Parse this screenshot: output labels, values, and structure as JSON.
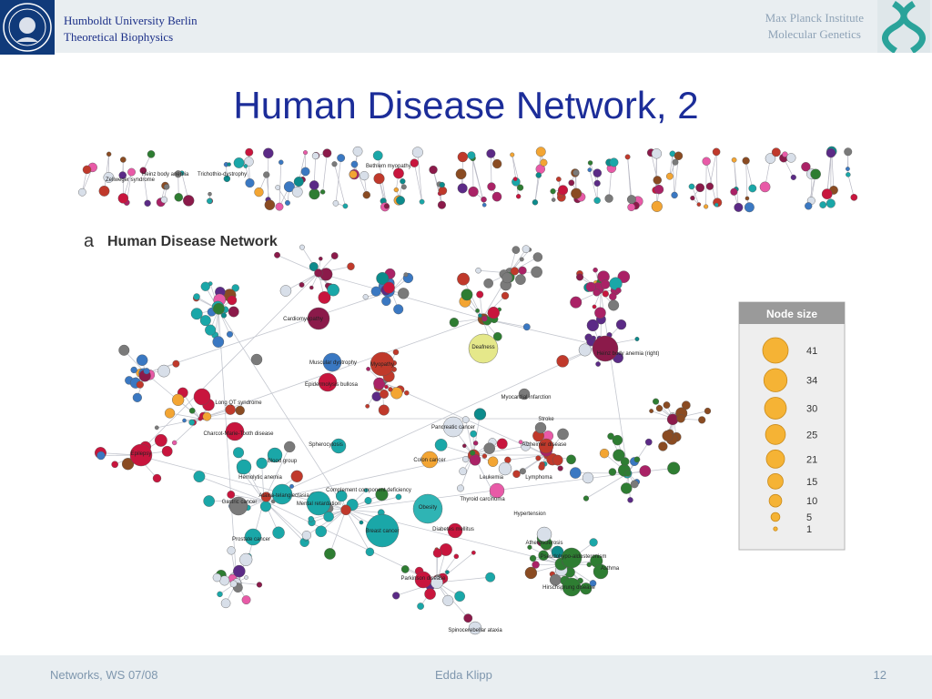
{
  "header": {
    "institution_line1": "Humboldt University Berlin",
    "institution_line2": "Theoretical Biophysics",
    "partner_line1": "Max Planck Institute",
    "partner_line2": "Molecular Genetics"
  },
  "slide": {
    "title": "Human Disease Network, 2"
  },
  "figure": {
    "panel_letter": "a",
    "panel_title": "Human Disease Network",
    "top_strip_labels": [
      "Zellweger syndrome",
      "Heinz body anemia",
      "Trichothio-dystrophy",
      "Bethlem myopathy"
    ],
    "main_labels": [
      "Obesity",
      "Deafness",
      "Myopathy",
      "Cardiomyopathy",
      "Muscular dystrophy",
      "Epidermolysis bullosa",
      "Charcot-Marie-Tooth disease",
      "Long QT syndrome",
      "Epilepsy",
      "Mental retardation",
      "Ataxia-telangiectasia",
      "Gastric cancer",
      "Prostate cancer",
      "Breast cancer",
      "Pancreatic cancer",
      "Colon cancer",
      "Lymphoma",
      "Leukemia",
      "Thyroid carcinoma",
      "Diabetes mellitus",
      "Stroke",
      "Myocardial infarction",
      "Alzheimer disease",
      "Hypertension",
      "Atherosclerosis",
      "Pseudohypo-aldosteronism",
      "Asthma",
      "Hirschsprung disease",
      "Parkinson disease",
      "Spinocerebellar ataxia",
      "Blood group",
      "Spherocytosis",
      "Hemolytic anemia",
      "Complement component deficiency",
      "Heinz body anemia (right)"
    ]
  },
  "legend": {
    "title": "Node size",
    "sizes": [
      41,
      34,
      30,
      25,
      21,
      15,
      10,
      5,
      1
    ]
  },
  "footer": {
    "course": "Networks, WS 07/08",
    "author": "Edda Klipp",
    "page": "12"
  }
}
